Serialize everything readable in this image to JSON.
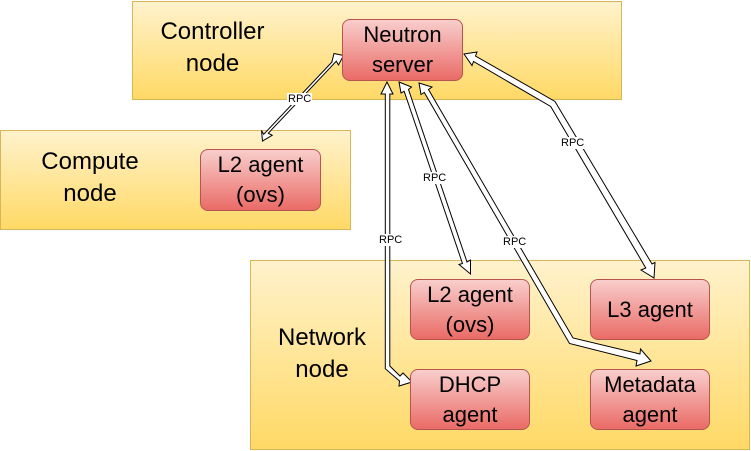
{
  "nodes": {
    "controller": {
      "line1": "Controller",
      "line2": "node"
    },
    "compute": {
      "line1": "Compute",
      "line2": "node"
    },
    "network": {
      "line1": "Network",
      "line2": "node"
    }
  },
  "agents": {
    "neutron_server": {
      "line1": "Neutron",
      "line2": "server"
    },
    "compute_l2": {
      "line1": "L2 agent",
      "line2": "(ovs)"
    },
    "network_l2": {
      "line1": "L2 agent",
      "line2": "(ovs)"
    },
    "l3": {
      "line1": "L3 agent"
    },
    "dhcp": {
      "line1": "DHCP",
      "line2": "agent"
    },
    "metadata": {
      "line1": "Metadata",
      "line2": "agent"
    }
  },
  "connections": {
    "label": "RPC"
  },
  "colors": {
    "node_fill_top": "#fff2cc",
    "node_fill_bottom": "#ffd966",
    "node_border": "#d6b656",
    "agent_fill_top": "#f8cecc",
    "agent_fill_bottom": "#ea6b66",
    "agent_border": "#b85450"
  }
}
